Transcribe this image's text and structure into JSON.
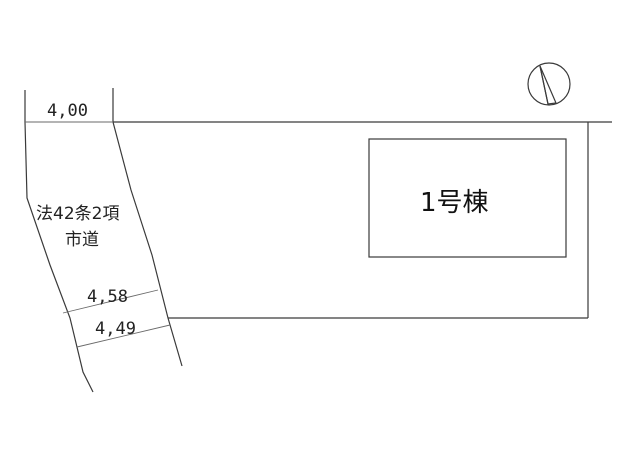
{
  "dimensions": {
    "road_width_top": "4,00",
    "road_width_mid": "4,58",
    "road_width_bottom": "4,49"
  },
  "road": {
    "line1": "法42条2項",
    "line2": "市道"
  },
  "building": {
    "label": "1号棟"
  },
  "icons": {
    "compass": "north-arrow-icon"
  }
}
